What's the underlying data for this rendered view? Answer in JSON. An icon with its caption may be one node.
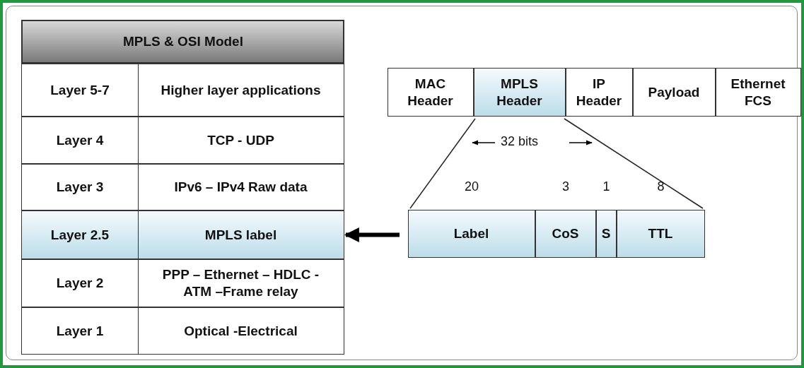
{
  "diagram": {
    "nodes": [
      {
        "text": [
          "MPLS & OSI Model"
        ]
      },
      {
        "text": [
          "Layer 5-7",
          "Higher layer applications"
        ]
      },
      {
        "text": [
          "Layer 4",
          "TCP - UDP"
        ]
      },
      {
        "text": [
          "Layer 3",
          "IPv6 – IPv4 Raw data"
        ]
      },
      {
        "text": [
          "Layer 2.5",
          "MPLS label"
        ]
      },
      {
        "text": [
          "Layer 2",
          "PPP – Ethernet – HDLC - ATM –Frame relay"
        ]
      },
      {
        "text": [
          "Layer 1",
          "Optical -Electrical"
        ]
      },
      {
        "text": [
          "MAC Header"
        ]
      },
      {
        "text": [
          "MPLS Header"
        ]
      },
      {
        "text": [
          "IP Header"
        ]
      },
      {
        "text": [
          "Payload"
        ]
      },
      {
        "text": [
          "Ethernet FCS"
        ]
      },
      {
        "text": [
          "Label"
        ],
        "beside": [
          "20"
        ]
      },
      {
        "text": [
          "CoS"
        ],
        "beside": [
          "3"
        ]
      },
      {
        "text": [
          "S"
        ],
        "beside": [
          "1"
        ]
      },
      {
        "text": [
          "TTL"
        ],
        "beside": [
          "8"
        ]
      }
    ],
    "edges": [
      {
        "from": 12,
        "to": 4,
        "arrow": "to"
      }
    ],
    "labels": [
      "32 bits"
    ]
  }
}
